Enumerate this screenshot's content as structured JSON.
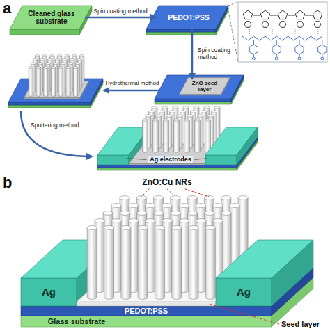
{
  "diagram": {
    "nodes": [
      {
        "text": [
          "Cleaned glass substrate"
        ]
      },
      {
        "text": [
          "PEDOT:PSS"
        ]
      },
      {
        "text": [
          "ZnO seed layer"
        ]
      },
      {
        "text": [
          "Ag"
        ]
      },
      {
        "text": [
          "Ag"
        ]
      },
      {
        "text": [
          "PEDOT:PSS"
        ]
      },
      {
        "text": [
          "Glass substrate"
        ]
      }
    ],
    "edges": [
      {
        "from": 0,
        "to": 1,
        "arrow": "to",
        "label": "Spin coating method"
      },
      {
        "from": 1,
        "to": 2,
        "arrow": "to",
        "label": "Spin coating method"
      }
    ],
    "labels": [
      "a",
      "Hydrothermal method",
      "Sputtering method",
      "Ag electrodes",
      "b",
      "ZnO:Cu NRs",
      "Seed layer"
    ]
  }
}
